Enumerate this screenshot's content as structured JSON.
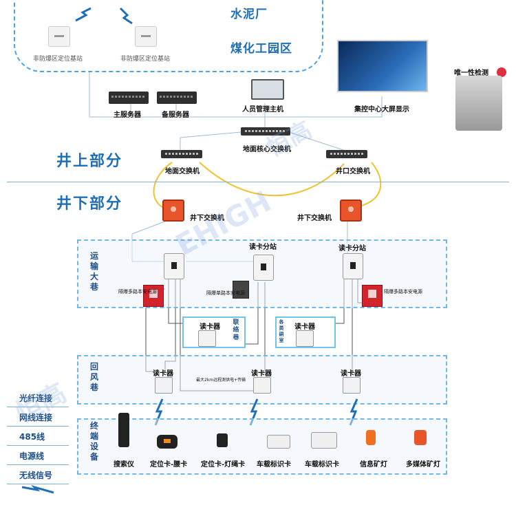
{
  "top_area": {
    "partial_title": "水泥厂",
    "park_title": "煤化工园区",
    "base_stations": [
      {
        "label": "非防爆区定位基站"
      },
      {
        "label": "非防爆区定位基站"
      }
    ]
  },
  "surface_devices": {
    "main_server": "主服务器",
    "backup_server": "备服务器",
    "personnel_host": "人员管理主机",
    "big_screen": "集控中心大屏显示",
    "uniqueness_check": "唯一性检测",
    "core_switch": "地面核心交换机",
    "ground_switch": "地面交换机",
    "shaft_switch": "井口交换机"
  },
  "sections": {
    "above_ground": "井上部分",
    "underground": "井下部分"
  },
  "underground": {
    "switch_left": "井下交换机",
    "switch_right": "井下交换机",
    "zones": {
      "transport": "运输大巷",
      "return_air": "回风巷",
      "terminal": "终端设备"
    },
    "card_stations": [
      {
        "label": "读卡分站"
      },
      {
        "label": "读卡分站"
      }
    ],
    "power_left": "隔爆多路本安电源",
    "power_mid": "隔爆单路本安电源",
    "power_right": "隔爆多路本安电源",
    "connecting_lane": "联络巷",
    "chamber": "各类硐室",
    "readers": [
      {
        "label": "读卡器"
      },
      {
        "label": "读卡器"
      },
      {
        "label": "读卡器"
      },
      {
        "label": "读卡器"
      },
      {
        "label": "读卡器"
      }
    ],
    "distance_note": "最大2km远程测供电+传输"
  },
  "legend": {
    "items": [
      {
        "label": "光纤连接",
        "color": "#f2c12e"
      },
      {
        "label": "网线连接",
        "color": "#1f6fb6"
      },
      {
        "label": "485线",
        "color": "#555555"
      },
      {
        "label": "电源线",
        "color": "#333333"
      },
      {
        "label": "无线信号",
        "color": "#1f6fb6"
      }
    ]
  },
  "terminals": [
    {
      "label": "搜索仪"
    },
    {
      "label": "定位卡-腰卡"
    },
    {
      "label": "定位卡-灯绳卡"
    },
    {
      "label": "车载标识卡"
    },
    {
      "label": "车载标识卡"
    },
    {
      "label": "信息矿灯"
    },
    {
      "label": "多媒体矿灯"
    }
  ],
  "watermark": {
    "text1": "恒高",
    "text2": "EHIGH",
    "text3": "恒高"
  }
}
